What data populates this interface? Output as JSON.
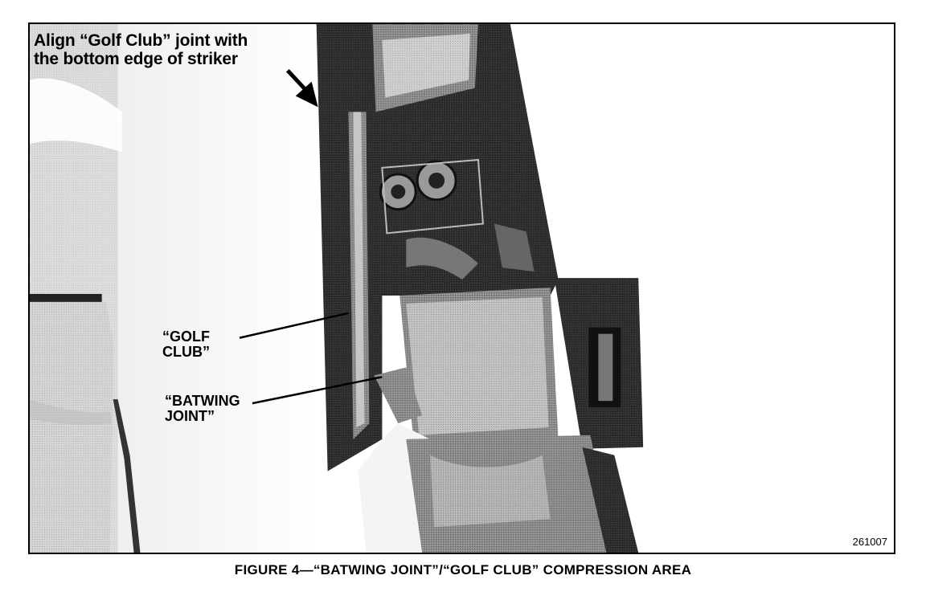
{
  "figure": {
    "annotation_top": "Align “Golf Club” joint with\nthe bottom edge of striker",
    "label_golf_club": "“GOLF\nCLUB”",
    "label_batwing": "“BATWING\nJOINT”",
    "figure_number": "261007",
    "caption": "FIGURE 4—“BATWING JOINT”/“GOLF CLUB” COMPRESSION AREA"
  }
}
